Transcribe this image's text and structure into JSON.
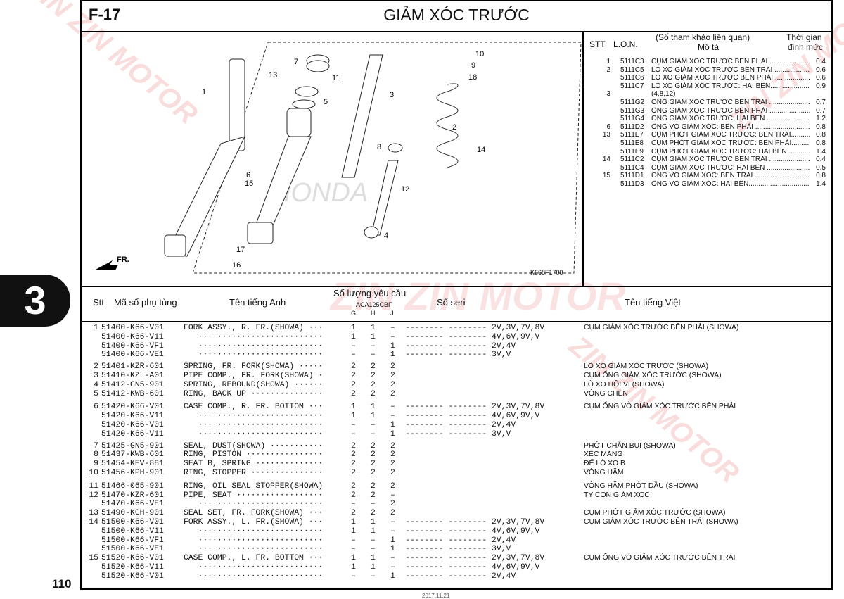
{
  "header": {
    "code": "F-17",
    "title": "GIẢM XÓC TRƯỚC"
  },
  "page_number": "110",
  "section_tab": "3",
  "footer": "2017.11.21",
  "watermark": "ZIN ZIN MOTOR",
  "diagram": {
    "drawing_code": "K668F1700",
    "front_mark": "FR.",
    "brand_text": "HONDA",
    "callouts": [
      "1",
      "2",
      "3",
      "4",
      "5",
      "6",
      "7",
      "8",
      "9",
      "10",
      "11",
      "12",
      "13",
      "14",
      "15",
      "16",
      "17",
      "18"
    ]
  },
  "ref_table": {
    "h_stt": "STT",
    "h_lon": "L.O.N.",
    "h_desc1": "(Số tham khảo liên quan)",
    "h_desc2": "Mô tả",
    "h_time1": "Thời gian",
    "h_time2": "định mức",
    "rows": [
      {
        "stt": "1",
        "lon": "5111C3",
        "desc": "CỤM GIẢM XÓC TRƯỚC BÊN PHẢI ......................................",
        "time": "0.4"
      },
      {
        "stt": "2",
        "lon": "5111C5",
        "desc": "LÒ XO GIẢM XÓC TRƯỚC BÊN TRÁI ......................................",
        "time": "0.6"
      },
      {
        "stt": "",
        "lon": "5111C6",
        "desc": "LÒ XO GIẢM XÓC TRƯỚC BÊN PHẢI ......................................",
        "time": "0.6"
      },
      {
        "stt": "",
        "lon": "5111C7",
        "desc": "LÒ XO GIẢM XÓC TRƯỚC: HAI BÊN......................................",
        "time": "0.9"
      },
      {
        "stt": "3",
        "lon": "",
        "desc": "(4,8,12)",
        "time": ""
      },
      {
        "stt": "",
        "lon": "5111G2",
        "desc": "ỐNG GIẢM XÓC TRƯỚC BÊN TRÁI ......................................",
        "time": "0.7"
      },
      {
        "stt": "",
        "lon": "5111G3",
        "desc": "ỐNG GIẢM XÓC TRƯỚC BÊN PHẢI ......................................",
        "time": "0.7"
      },
      {
        "stt": "",
        "lon": "5111G4",
        "desc": "ỐNG GIẢM XÓC TRƯỚC: HAI BÊN ......................................",
        "time": "1.2"
      },
      {
        "stt": "6",
        "lon": "5111D2",
        "desc": "ỐNG VỎ GIẢM XÓC: BÊN PHẢI ......................................",
        "time": "0.8"
      },
      {
        "stt": "13",
        "lon": "5111E7",
        "desc": "CỤM PHỚT GIẢM XÓC TRƯỚC: BÊN TRÁI......................................",
        "time": "0.8"
      },
      {
        "stt": "",
        "lon": "5111E8",
        "desc": "CỤM PHỚT GIẢM XÓC TRƯỚC: BÊN PHẢI......................................",
        "time": "0.8"
      },
      {
        "stt": "",
        "lon": "5111E9",
        "desc": "CỤM PHỚT GIẢM XÓC TRƯỚC: HAI BÊN ......................................",
        "time": "1.4"
      },
      {
        "stt": "14",
        "lon": "5111C2",
        "desc": "CỤM GIẢM XÓC TRƯỚC BÊN TRÁI ......................................",
        "time": "0.4"
      },
      {
        "stt": "",
        "lon": "5111C4",
        "desc": "CỤM GIẢM XÓC TRƯỚC: HAI BÊN ......................................",
        "time": "0.5"
      },
      {
        "stt": "15",
        "lon": "5111D1",
        "desc": "ỐNG VỎ GIẢM XÓC: BÊN TRÁI ......................................",
        "time": "0.8"
      },
      {
        "stt": "",
        "lon": "5111D3",
        "desc": "ỐNG VỎ GIẢM XÓC: HAI BÊN......................................",
        "time": "1.4"
      }
    ]
  },
  "parts_header": {
    "stt": "Stt",
    "part_no": "Mã số phụ tùng",
    "name_en": "Tên tiếng Anh",
    "qty": "Số lượng yêu cầu",
    "model": "ACA125CBF",
    "g": "G",
    "h": "H",
    "j": "J",
    "serial": "Số seri",
    "name_vn": "Tên tiếng Việt"
  },
  "parts": [
    {
      "stt": "1",
      "part": "51400-K66-V01",
      "en": "FORK ASSY., R. FR.(SHOWA) ···",
      "g": "1",
      "h": "1",
      "j": "–",
      "ser": "-------- -------- 2V,3V,7V,8V",
      "vn": "CỤM GIẢM XÓC TRƯỚC BÊN PHẢI (SHOWA)"
    },
    {
      "stt": "",
      "part": "51400-K66-V11",
      "en": "   ··························",
      "g": "1",
      "h": "1",
      "j": "–",
      "ser": "-------- -------- 4V,6V,9V,V",
      "vn": ""
    },
    {
      "stt": "",
      "part": "51400-K66-VF1",
      "en": "   ··························",
      "g": "–",
      "h": "–",
      "j": "1",
      "ser": "-------- -------- 2V,4V",
      "vn": ""
    },
    {
      "stt": "",
      "part": "51400-K66-VE1",
      "en": "   ··························",
      "g": "–",
      "h": "–",
      "j": "1",
      "ser": "-------- -------- 3V,V",
      "vn": ""
    },
    {
      "stt": "2",
      "part": "51401-KZR-601",
      "en": "SPRING, FR. FORK(SHOWA) ·····",
      "g": "2",
      "h": "2",
      "j": "2",
      "ser": "",
      "vn": "LÒ XO GIẢM XÓC TRƯỚC (SHOWA)"
    },
    {
      "stt": "3",
      "part": "51410-KZL-A01",
      "en": "PIPE COMP., FR. FORK(SHOWA) ·",
      "g": "2",
      "h": "2",
      "j": "2",
      "ser": "",
      "vn": "CỤM ỐNG GIẢM XÓC TRƯỚC (SHOWA)"
    },
    {
      "stt": "4",
      "part": "51412-GN5-901",
      "en": "SPRING, REBOUND(SHOWA) ······",
      "g": "2",
      "h": "2",
      "j": "2",
      "ser": "",
      "vn": "LÒ XO HỒI VỊ (SHOWA)"
    },
    {
      "stt": "5",
      "part": "51412-KWB-601",
      "en": "RING, BACK UP ···············",
      "g": "2",
      "h": "2",
      "j": "2",
      "ser": "",
      "vn": "VÒNG CHÈN"
    },
    {
      "stt": "6",
      "part": "51420-K66-V01",
      "en": "CASE COMP., R. FR. BOTTOM ···",
      "g": "1",
      "h": "1",
      "j": "–",
      "ser": "-------- -------- 2V,3V,7V,8V",
      "vn": "CỤM ỐNG VỎ GIẢM XÓC TRƯỚC BÊN PHẢI"
    },
    {
      "stt": "",
      "part": "51420-K66-V11",
      "en": "   ··························",
      "g": "1",
      "h": "1",
      "j": "–",
      "ser": "-------- -------- 4V,6V,9V,V",
      "vn": ""
    },
    {
      "stt": "",
      "part": "51420-K66-V01",
      "en": "   ··························",
      "g": "–",
      "h": "–",
      "j": "1",
      "ser": "-------- -------- 2V,4V",
      "vn": ""
    },
    {
      "stt": "",
      "part": "51420-K66-V11",
      "en": "   ··························",
      "g": "–",
      "h": "–",
      "j": "1",
      "ser": "-------- -------- 3V,V",
      "vn": ""
    },
    {
      "stt": "7",
      "part": "51425-GN5-901",
      "en": "SEAL, DUST(SHOWA) ···········",
      "g": "2",
      "h": "2",
      "j": "2",
      "ser": "",
      "vn": "PHỚT CHẮN BỤI (SHOWA)"
    },
    {
      "stt": "8",
      "part": "51437-KWB-601",
      "en": "RING, PISTON ················",
      "g": "2",
      "h": "2",
      "j": "2",
      "ser": "",
      "vn": "XÉC MĂNG"
    },
    {
      "stt": "9",
      "part": "51454-KEV-881",
      "en": "SEAT B, SPRING ··············",
      "g": "2",
      "h": "2",
      "j": "2",
      "ser": "",
      "vn": "ĐẾ LÒ XO B"
    },
    {
      "stt": "10",
      "part": "51456-KPH-901",
      "en": "RING, STOPPER ···············",
      "g": "2",
      "h": "2",
      "j": "2",
      "ser": "",
      "vn": "VÒNG HÃM"
    },
    {
      "stt": "11",
      "part": "51466-065-901",
      "en": "RING, OIL SEAL STOPPER(SHOWA)",
      "g": "2",
      "h": "2",
      "j": "2",
      "ser": "",
      "vn": "VÒNG HÃM PHỚT DẦU (SHOWA)"
    },
    {
      "stt": "12",
      "part": "51470-KZR-601",
      "en": "PIPE, SEAT ··················",
      "g": "2",
      "h": "2",
      "j": "–",
      "ser": "",
      "vn": "TY CON GIẢM XÓC"
    },
    {
      "stt": "",
      "part": "51470-K66-VE1",
      "en": "   ··························",
      "g": "–",
      "h": "–",
      "j": "2",
      "ser": "",
      "vn": ""
    },
    {
      "stt": "13",
      "part": "51490-KGH-901",
      "en": "SEAL SET, FR. FORK(SHOWA) ···",
      "g": "2",
      "h": "2",
      "j": "2",
      "ser": "",
      "vn": "CỤM PHỚT GIẢM XÓC TRƯỚC (SHOWA)"
    },
    {
      "stt": "14",
      "part": "51500-K66-V01",
      "en": "FORK ASSY., L. FR.(SHOWA) ···",
      "g": "1",
      "h": "1",
      "j": "–",
      "ser": "-------- -------- 2V,3V,7V,8V",
      "vn": "CỤM GIẢM XÓC TRƯỚC BÊN TRÁI (SHOWA)"
    },
    {
      "stt": "",
      "part": "51500-K66-V11",
      "en": "   ··························",
      "g": "1",
      "h": "1",
      "j": "–",
      "ser": "-------- -------- 4V,6V,9V,V",
      "vn": ""
    },
    {
      "stt": "",
      "part": "51500-K66-VF1",
      "en": "   ··························",
      "g": "–",
      "h": "–",
      "j": "1",
      "ser": "-------- -------- 2V,4V",
      "vn": ""
    },
    {
      "stt": "",
      "part": "51500-K66-VE1",
      "en": "   ··························",
      "g": "–",
      "h": "–",
      "j": "1",
      "ser": "-------- -------- 3V,V",
      "vn": ""
    },
    {
      "stt": "15",
      "part": "51520-K66-V01",
      "en": "CASE COMP., L. FR. BOTTOM ···",
      "g": "1",
      "h": "1",
      "j": "–",
      "ser": "-------- -------- 2V,3V,7V,8V",
      "vn": "CỤM ỐNG VỎ GIẢM XÓC TRƯỚC BÊN TRÁI"
    },
    {
      "stt": "",
      "part": "51520-K66-V11",
      "en": "   ··························",
      "g": "1",
      "h": "1",
      "j": "–",
      "ser": "-------- -------- 4V,6V,9V,V",
      "vn": ""
    },
    {
      "stt": "",
      "part": "51520-K66-V01",
      "en": "   ··························",
      "g": "–",
      "h": "–",
      "j": "1",
      "ser": "-------- -------- 2V,4V",
      "vn": ""
    }
  ]
}
